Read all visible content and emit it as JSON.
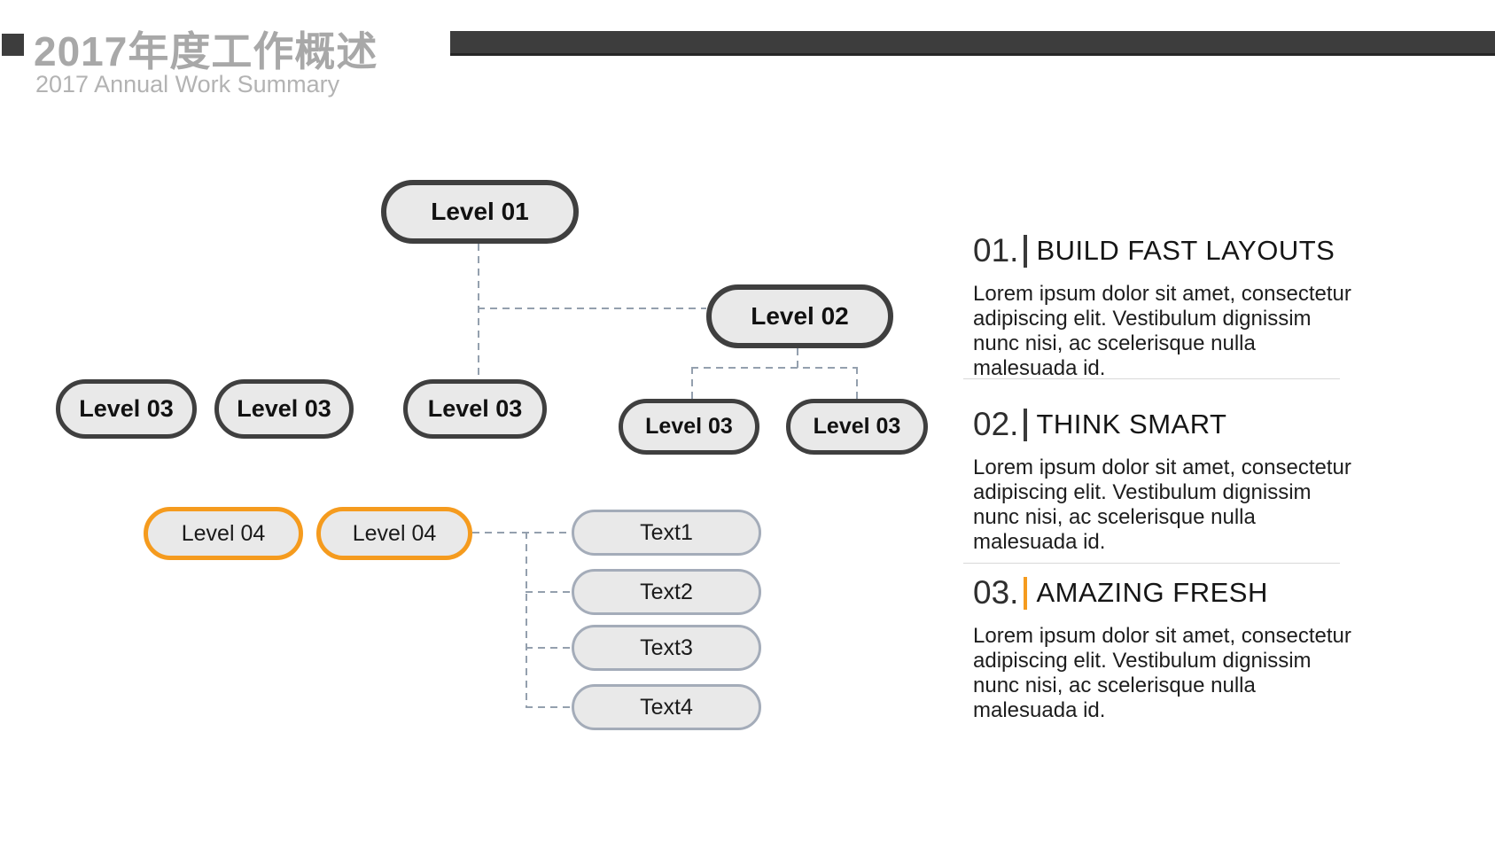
{
  "header": {
    "title": "2017年度工作概述",
    "subtitle": "2017 Annual Work Summary",
    "bar_color": "#3d3d3d",
    "title_color": "#a8a8a8"
  },
  "diagram": {
    "level01": {
      "label": "Level 01"
    },
    "level02": {
      "label": "Level 02"
    },
    "level03_row": [
      {
        "label": "Level 03"
      },
      {
        "label": "Level 03"
      },
      {
        "label": "Level 03"
      }
    ],
    "level03_sub": [
      {
        "label": "Level 03"
      },
      {
        "label": "Level 03"
      }
    ],
    "level04": [
      {
        "label": "Level 04"
      },
      {
        "label": "Level 04"
      }
    ],
    "text_nodes": [
      {
        "label": "Text1"
      },
      {
        "label": "Text2"
      },
      {
        "label": "Text3"
      },
      {
        "label": "Text4"
      }
    ],
    "colors": {
      "node_fill": "#e9e9e9",
      "node_border_dark": "#3f3f3f",
      "node_border_orange": "#f59b1e",
      "node_border_silver": "#a4acb9",
      "connector": "#94a0ae"
    }
  },
  "sections": [
    {
      "number": "01.",
      "title": "BUILD FAST LAYOUTS",
      "bar_color": "#3a3a3a",
      "body_lines": [
        "Lorem ipsum dolor sit amet, consectetur",
        "adipiscing elit. Vestibulum dignissim",
        "nunc nisi, ac scelerisque nulla",
        "malesuada id."
      ]
    },
    {
      "number": "02.",
      "title": "THINK SMART",
      "bar_color": "#3a3a3a",
      "body_lines": [
        "Lorem ipsum dolor sit amet, consectetur",
        "adipiscing elit. Vestibulum dignissim",
        "nunc nisi, ac scelerisque nulla",
        "malesuada id."
      ]
    },
    {
      "number": "03.",
      "title": "AMAZING FRESH",
      "bar_color": "#f59b1e",
      "body_lines": [
        "Lorem ipsum dolor sit amet, consectetur",
        "adipiscing elit. Vestibulum dignissim",
        "nunc nisi, ac scelerisque nulla",
        "malesuada id."
      ]
    }
  ]
}
